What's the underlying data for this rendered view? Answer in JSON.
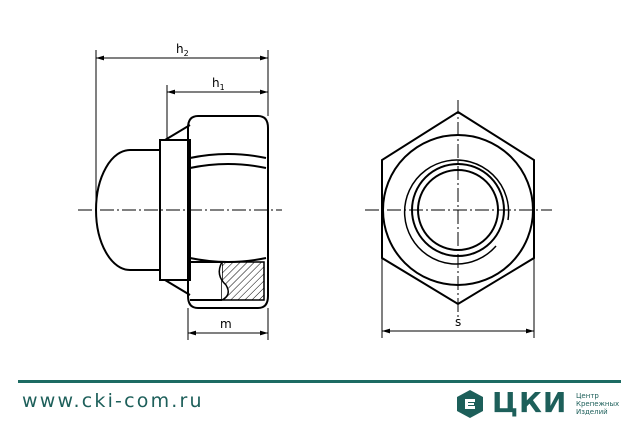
{
  "labels": {
    "h2": "h",
    "h2_sub": "2",
    "h1": "h",
    "h1_sub": "1",
    "m": "m",
    "s": "s"
  },
  "footer": {
    "website": "www.cki-com.ru",
    "logo_text": "ЦКИ",
    "logo_sub_line1": "Центр",
    "logo_sub_line2": "Крепежных",
    "logo_sub_line3": "Изделий",
    "brand_color": "#1d5f5a"
  }
}
